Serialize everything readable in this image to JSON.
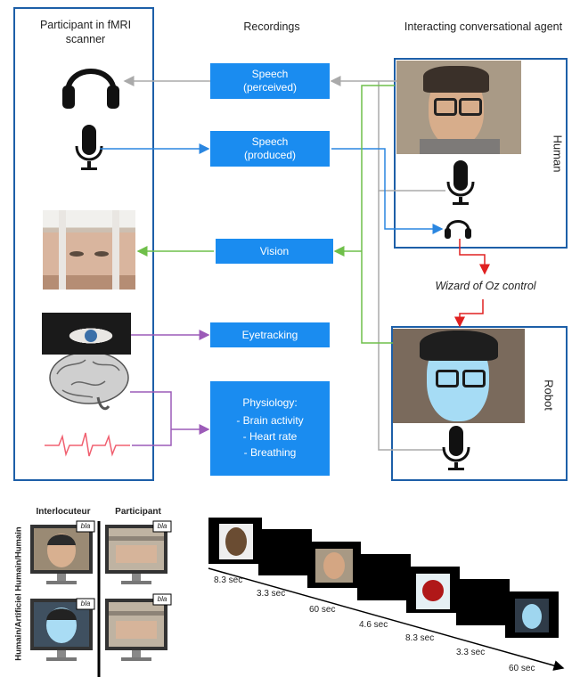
{
  "headers": {
    "participant": "Participant in fMRI scanner",
    "recordings": "Recordings",
    "agent": "Interacting conversational agent"
  },
  "boxes": {
    "speech_perceived": [
      "Speech",
      "(perceived)"
    ],
    "speech_produced": [
      "Speech",
      "(produced)"
    ],
    "vision": "Vision",
    "eyetracking": "Eyetracking",
    "physiology_title": "Physiology:",
    "physiology_items": [
      "Brain activity",
      "Heart rate",
      "Breathing"
    ]
  },
  "agents": {
    "human": "Human",
    "robot": "Robot"
  },
  "control": "Wizard of Oz control",
  "bottom_left": {
    "col1": "Interlocuteur",
    "col2": "Participant",
    "side": "Humain/Artificiel Humain/Humain",
    "bubble": "bla"
  },
  "timeline": {
    "durations": [
      "8.3 sec",
      "3.3 sec",
      "60 sec",
      "4.6 sec",
      "8.3 sec",
      "3.3 sec",
      "60 sec"
    ]
  },
  "colors": {
    "blue_box": "#1a8cf0",
    "line_gray": "#aaaaaa",
    "line_blue": "#2a86e0",
    "line_green": "#6fbf4a",
    "line_purple": "#9c5bb8",
    "line_red": "#e02020",
    "frame_blue": "#1d5fa8"
  }
}
